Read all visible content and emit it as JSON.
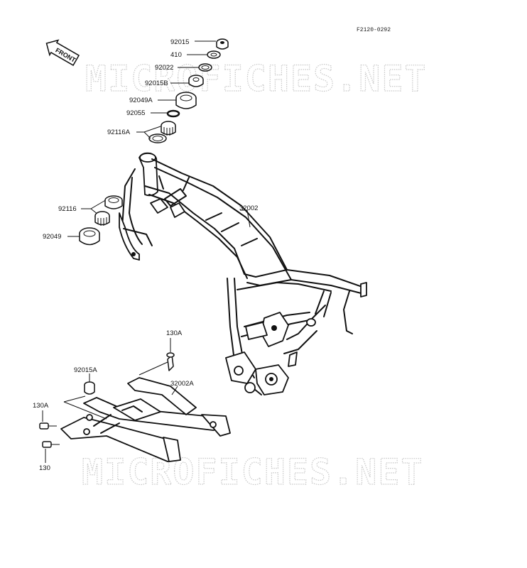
{
  "diagram_code": "F2120-0292",
  "front_label": "FRONT",
  "watermark": "MICROFICHES.NET",
  "parts": {
    "p92015": "92015",
    "p410": "410",
    "p92022": "92022",
    "p92015B": "92015B",
    "p92049A": "92049A",
    "p92055": "92055",
    "p92116A": "92116A",
    "p92116": "92116",
    "p92049": "92049",
    "p32002": "32002",
    "p130A_top": "130A",
    "p92015A": "92015A",
    "p32002A": "32002A",
    "p130A_left": "130A",
    "p130": "130"
  }
}
